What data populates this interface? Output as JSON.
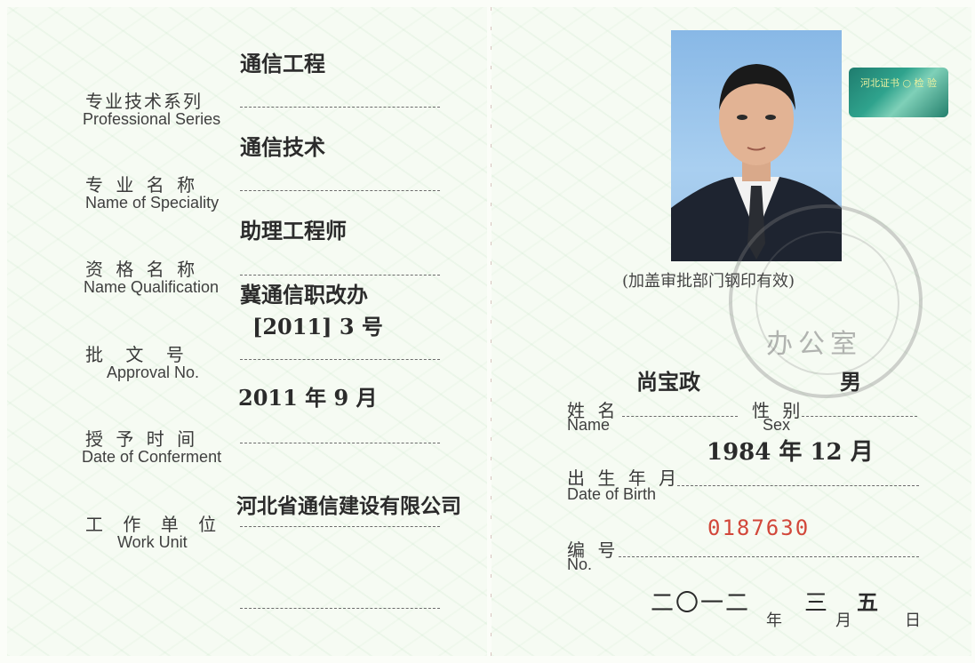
{
  "left": {
    "professional_series": {
      "label_zh": "专业技术系列",
      "label_en": "Professional Series",
      "value": "通信工程"
    },
    "speciality": {
      "label_zh": "专 业 名 称",
      "label_en": "Name of Speciality",
      "value": "通信技术"
    },
    "qualification": {
      "label_zh": "资 格 名 称",
      "label_en": "Name Qualification",
      "value": "助理工程师"
    },
    "approval": {
      "label_zh": "批    文    号",
      "label_en": "Approval No.",
      "value_line1": "冀通信职改办",
      "value_line2": "[2011] 3 号"
    },
    "conferment": {
      "label_zh": "授 予 时 间",
      "label_en": "Date of Conferment",
      "value": "2011 年 9 月"
    },
    "work_unit": {
      "label_zh": "工 作 单 位",
      "label_en": "Work Unit",
      "value": "河北省通信建设有限公司"
    }
  },
  "right": {
    "photo_icon": "person-portrait-photo",
    "hologram": {
      "icon": "hologram-security-sticker",
      "text": "河北证书 ○ 检 验"
    },
    "stamp_note": "(加盖审批部门钢印有效)",
    "seal": {
      "icon": "official-steel-seal",
      "text": "办公室"
    },
    "name": {
      "label_zh": "姓 名",
      "label_en": "Name",
      "value": "尚宝政"
    },
    "sex": {
      "label_zh": "性 别",
      "label_en": "Sex",
      "value": "男"
    },
    "birth": {
      "label_zh": "出 生 年 月",
      "label_en": "Date of Birth",
      "value": "1984 年 12 月"
    },
    "number": {
      "label_zh": "编 号",
      "label_en": "No.",
      "value": "0187630",
      "color": "#d2473a"
    },
    "issue_date": {
      "year": "二〇一二",
      "year_unit": "年",
      "month": "三",
      "month_unit": "月",
      "day": "五",
      "day_unit": "日"
    }
  }
}
